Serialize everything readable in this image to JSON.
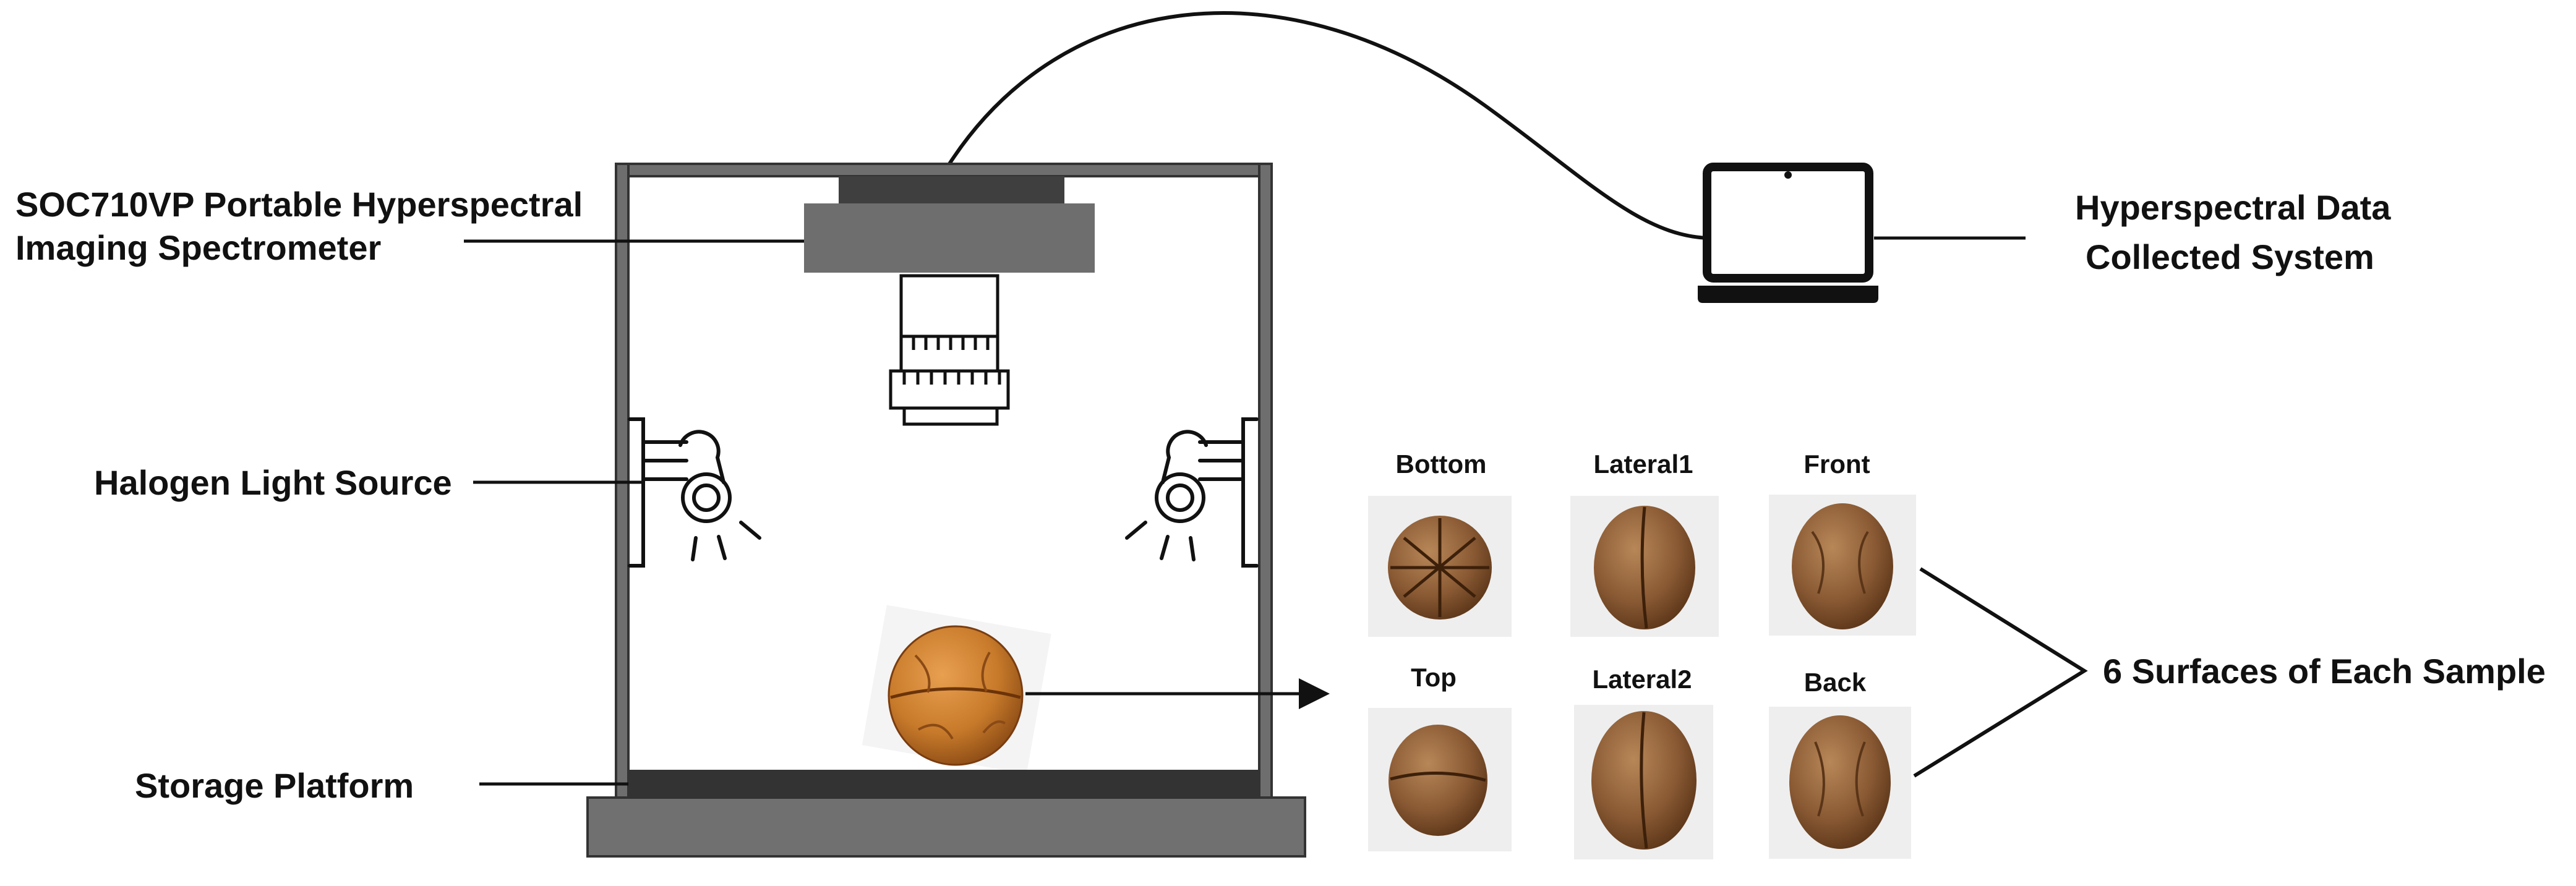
{
  "labels": {
    "spectrometer_line1": "SOC710VP Portable Hyperspectral",
    "spectrometer_line2": "Imaging Spectrometer",
    "light_source": "Halogen Light Source",
    "platform": "Storage Platform",
    "data_system_line1": "Hyperspectral Data",
    "data_system_line2": "Collected System",
    "surfaces": "6 Surfaces of Each Sample"
  },
  "surfaces": {
    "bottom": "Bottom",
    "lateral1": "Lateral1",
    "front": "Front",
    "top": "Top",
    "lateral2": "Lateral2",
    "back": "Back"
  },
  "colors": {
    "frame": "#4a4a4a",
    "camera_body": "#6e6e6e",
    "camera_top": "#3f3f3f",
    "platform_dark": "#333333",
    "base": "#707070",
    "walnut": "#c77a2a",
    "walnut_photo": "#8a5a34",
    "photo_bg": "#eeeeee"
  },
  "icons": {
    "laptop": "laptop-icon",
    "lamp": "halogen-lamp-icon",
    "lens": "camera-lens-icon",
    "walnut": "walnut-icon"
  }
}
